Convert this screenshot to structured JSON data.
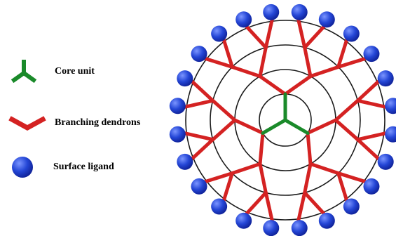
{
  "legend": {
    "core_label": "Core unit",
    "branch_label": "Branching dendrons",
    "surface_label": "Surface ligand"
  },
  "colors": {
    "core": "#1a8a2a",
    "branch": "#d42222",
    "ligand": "#2446d6",
    "ring": "#1a1a1a"
  },
  "icons": {
    "core": "tri-branch-icon",
    "branch": "chevron-branch-icon",
    "ligand": "blue-sphere-icon"
  }
}
